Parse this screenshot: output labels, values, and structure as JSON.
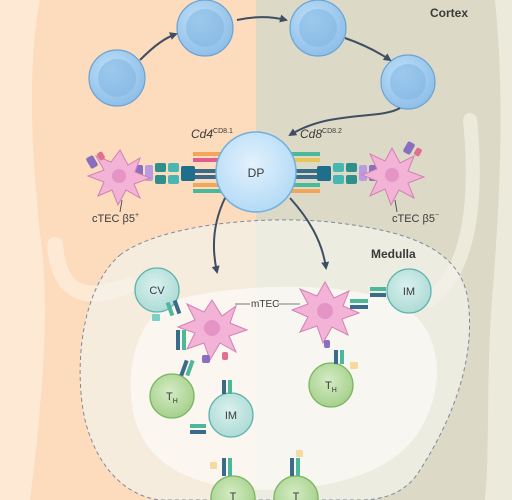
{
  "regions": {
    "cortex": "Cortex",
    "medulla": "Medulla"
  },
  "labels": {
    "dp": "DP",
    "cd4_gene": "Cd4",
    "cd4_superscript": "CD8.1",
    "cd8_gene": "Cd8",
    "cd8_superscript": "CD8.2",
    "ctec_left": "cTEC β5",
    "ctec_left_sup": "+",
    "ctec_right": "cTEC β5",
    "ctec_right_sup": "−",
    "cv": "CV",
    "mtec": "mTEC",
    "im": "IM",
    "th": "T",
    "th_sub": "H",
    "t_bottom": "T"
  },
  "colors": {
    "left_background": "#fbd9b8",
    "right_background": "#d8d6c2",
    "medulla_fill": "#f3f2ea",
    "thymocyte_blue": "#9fcbee",
    "dp_blue": "#c9e6fb",
    "tec_pink": "#f2b6d8",
    "green_cell": "#b9dca4",
    "teal_cell": "#bfe4e0",
    "receptor_teal": "#2e9e9b",
    "arrow": "#4a5a6e"
  }
}
